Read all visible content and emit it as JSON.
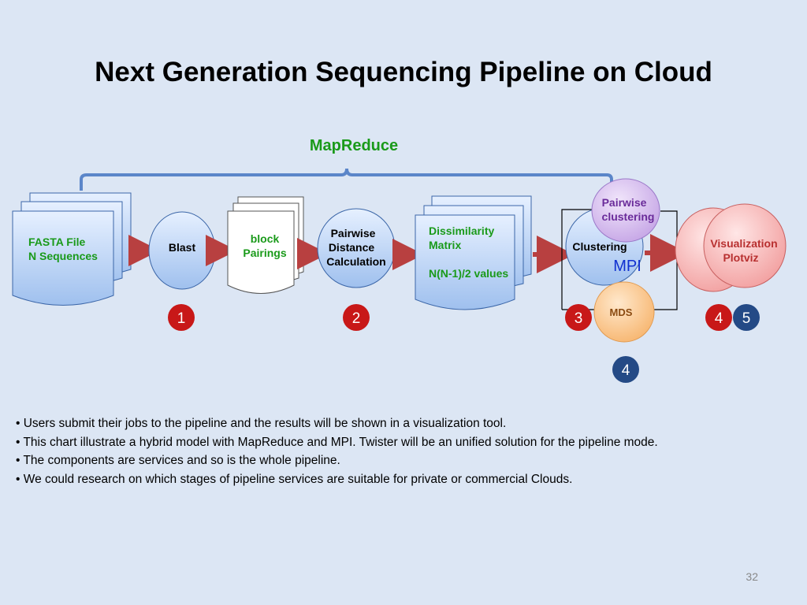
{
  "slide": {
    "title": "Next Generation Sequencing Pipeline on Cloud",
    "page_number": "32"
  },
  "diagram": {
    "mapreduce_label": "MapReduce",
    "mpi_label": "MPI",
    "fasta": {
      "line1": "FASTA File",
      "line2": "N Sequences"
    },
    "blast": "Blast",
    "block": {
      "line1": "block",
      "line2": "Pairings"
    },
    "pairwise_distance": {
      "line1": "Pairwise",
      "line2": "Distance",
      "line3": "Calculation"
    },
    "dissimilarity": {
      "line1": "Dissimilarity",
      "line2": "Matrix",
      "line3": "N(N-1)/2 values"
    },
    "clustering": "Clustering",
    "pairwise_clustering": {
      "line1": "Pairwise",
      "line2": "clustering"
    },
    "mds": "MDS",
    "visualization": {
      "line1": "Visualization",
      "line2": "Plotviz"
    },
    "badges": {
      "b1": "1",
      "b2": "2",
      "b3": "3",
      "b4_red": "4",
      "b5": "5",
      "b4_blue": "4"
    },
    "colors": {
      "shape_fill": "#c6dcf9",
      "shape_stroke": "#3b66a8",
      "green_text": "#1a9a1a",
      "purple_text": "#6a2b9a",
      "badge_red": "#c81818",
      "badge_blue": "#244a86",
      "arrow": "#b84040",
      "mpi_text": "#1030d0"
    }
  },
  "bullets": [
    "Users submit their jobs to the pipeline and the results will be shown in a visualization tool.",
    "This chart illustrate a hybrid model with MapReduce and MPI. Twister will be an unified solution for  the pipeline mode.",
    "The components are services and so is the whole pipeline.",
    "We could research on which stages of pipeline services are suitable for private or commercial Clouds."
  ]
}
